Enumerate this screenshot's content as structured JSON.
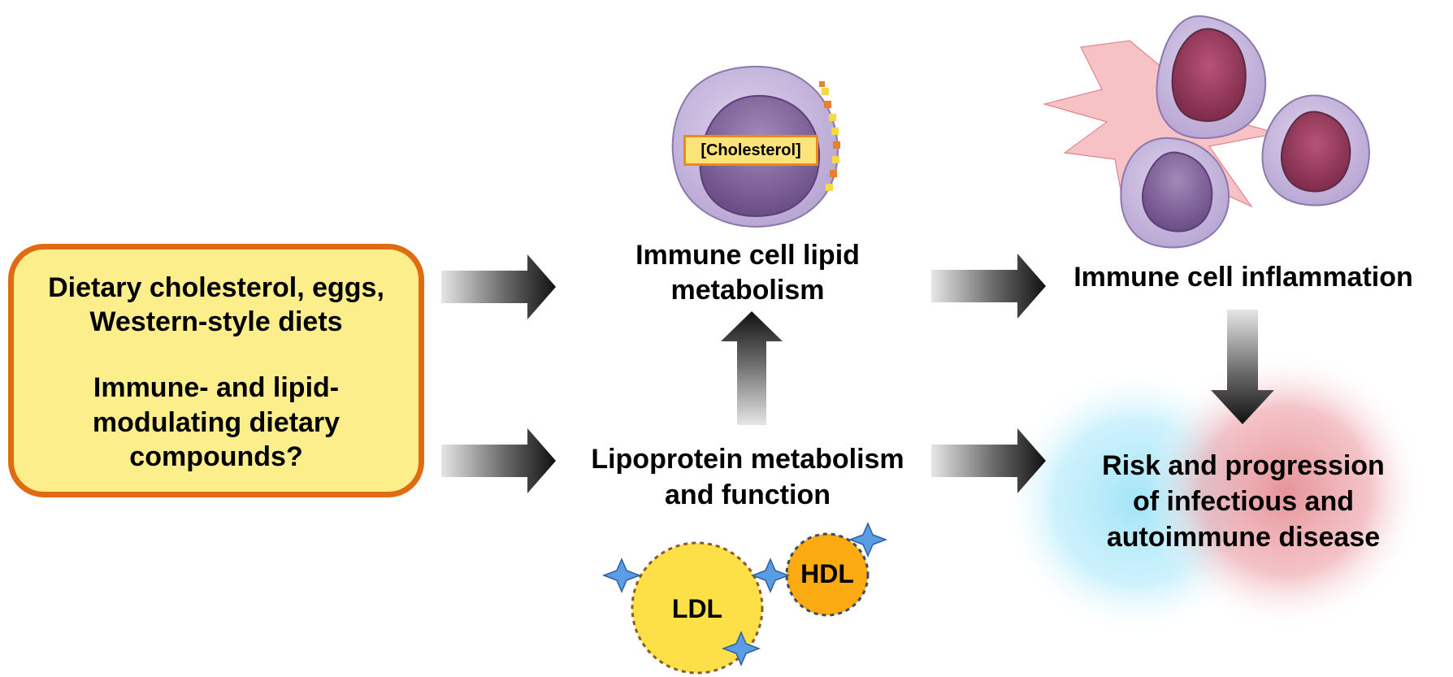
{
  "diet_box": {
    "line1": "Dietary cholesterol, eggs,",
    "line2": "Western-style diets",
    "line3": "Immune- and lipid-",
    "line4": "modulating dietary",
    "line5": "compounds?"
  },
  "nodes": {
    "lipid_metabolism": {
      "line1": "Immune cell lipid",
      "line2": "metabolism"
    },
    "inflammation": {
      "line1": "Immune cell inflammation"
    },
    "lipoprotein": {
      "line1": "Lipoprotein metabolism",
      "line2": "and function"
    },
    "disease": {
      "line1": "Risk and progression",
      "line2": "of infectious and",
      "line3": "autoimmune disease"
    }
  },
  "tags": {
    "cholesterol": "[Cholesterol]"
  },
  "particles": {
    "ldl": "LDL",
    "hdl": "HDL"
  },
  "colors": {
    "box_fill": "#fdee8c",
    "box_border": "#e26b12",
    "cell_membrane": "#c5b6dc",
    "cell_nucleus": "#7b5c93",
    "inflamed_nucleus": "#9c3c5e",
    "burst": "#ee8f96",
    "ldl": "#fde047",
    "hdl": "#fbaa12",
    "sparkle": "#5b9ce6",
    "glow_blue": "#9fe3f7",
    "glow_red": "#e58f95"
  }
}
